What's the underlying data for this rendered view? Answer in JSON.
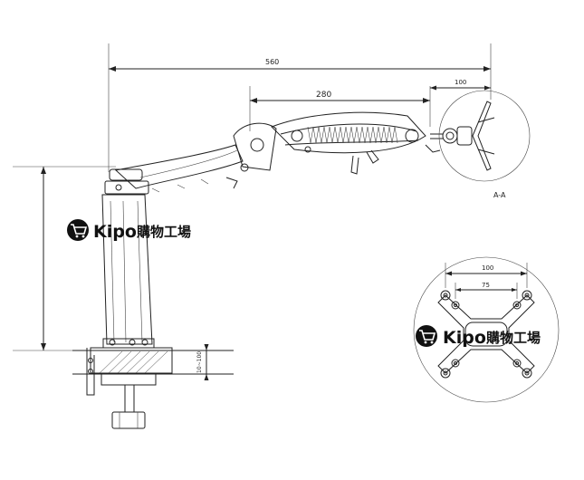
{
  "dimensions": {
    "overall_length": "560",
    "arm_segment": "280",
    "head_length": "100",
    "clamp_height": "10~100",
    "vesa_outer": "100",
    "vesa_inner": "75"
  },
  "labels": {
    "section": "A-A"
  },
  "watermark": {
    "brand": "Kipo",
    "shop_name": "購物工場",
    "icon": "shopping-cart-icon"
  }
}
